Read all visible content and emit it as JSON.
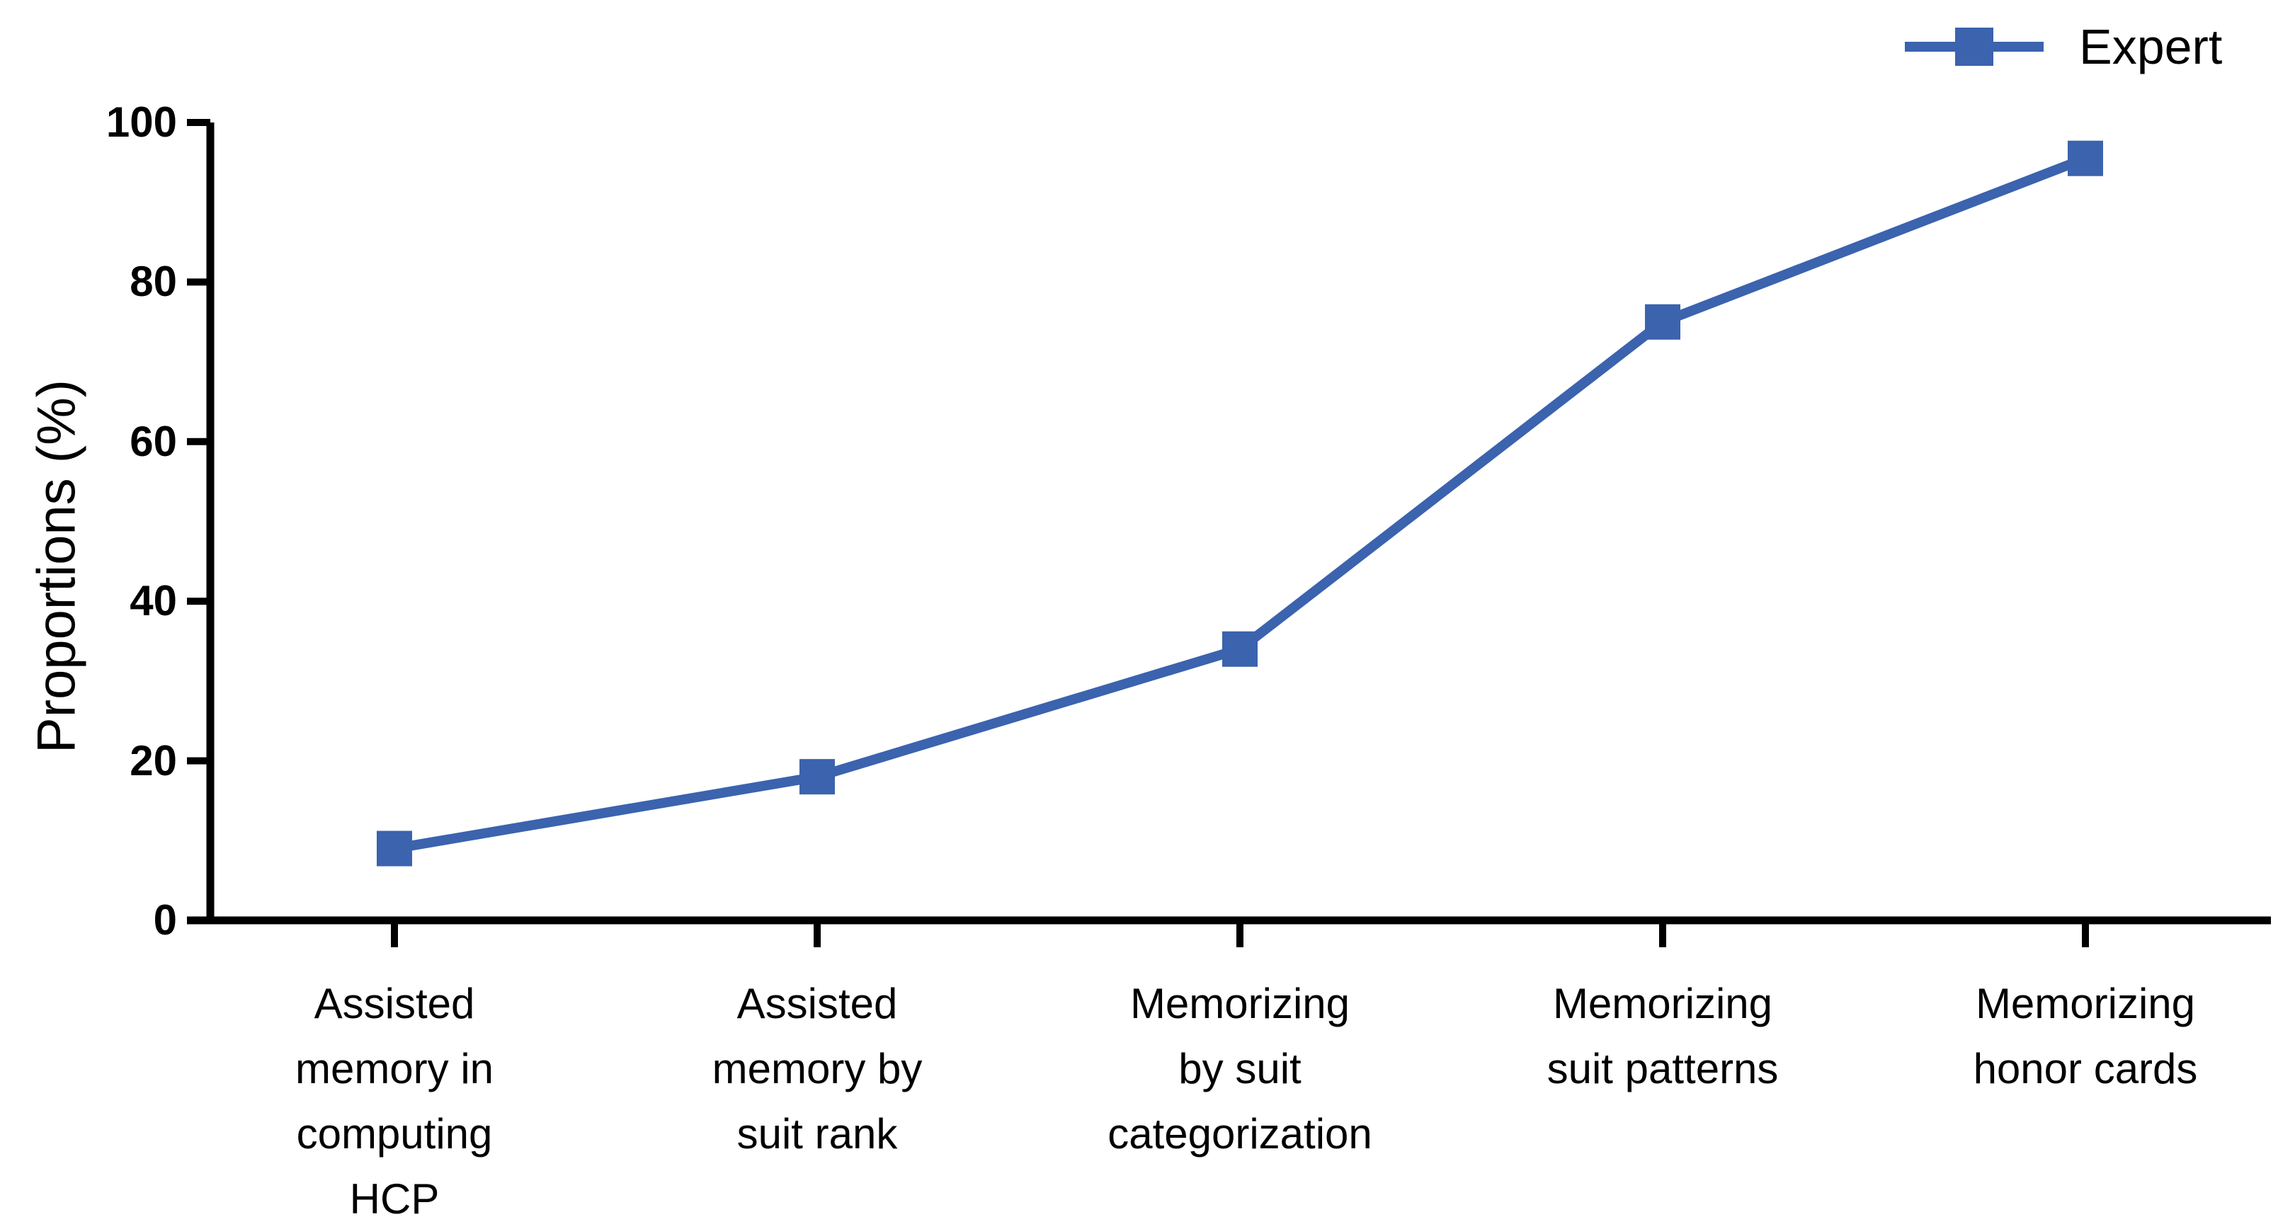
{
  "chart_data": {
    "type": "line",
    "title": "",
    "xlabel": "",
    "ylabel": "Proportions (%)",
    "ylim": [
      0,
      100
    ],
    "yticks": [
      0,
      20,
      40,
      60,
      80,
      100
    ],
    "grid": false,
    "legend_position": "top-right",
    "categories": [
      "Assisted\nmemory in\ncomputing\nHCP",
      "Assisted\nmemory by\nsuit rank",
      "Memorizing\nby suit\ncategorization",
      "Memorizing\nsuit patterns",
      "Memorizing\nhonor cards"
    ],
    "series": [
      {
        "name": "Expert",
        "marker": "square",
        "color": "#3B63AE",
        "values": [
          9,
          18,
          34,
          75,
          95.5
        ]
      }
    ]
  },
  "colors": {
    "axis": "#000000",
    "background": "#ffffff",
    "series_blue": "#3B63AE"
  }
}
